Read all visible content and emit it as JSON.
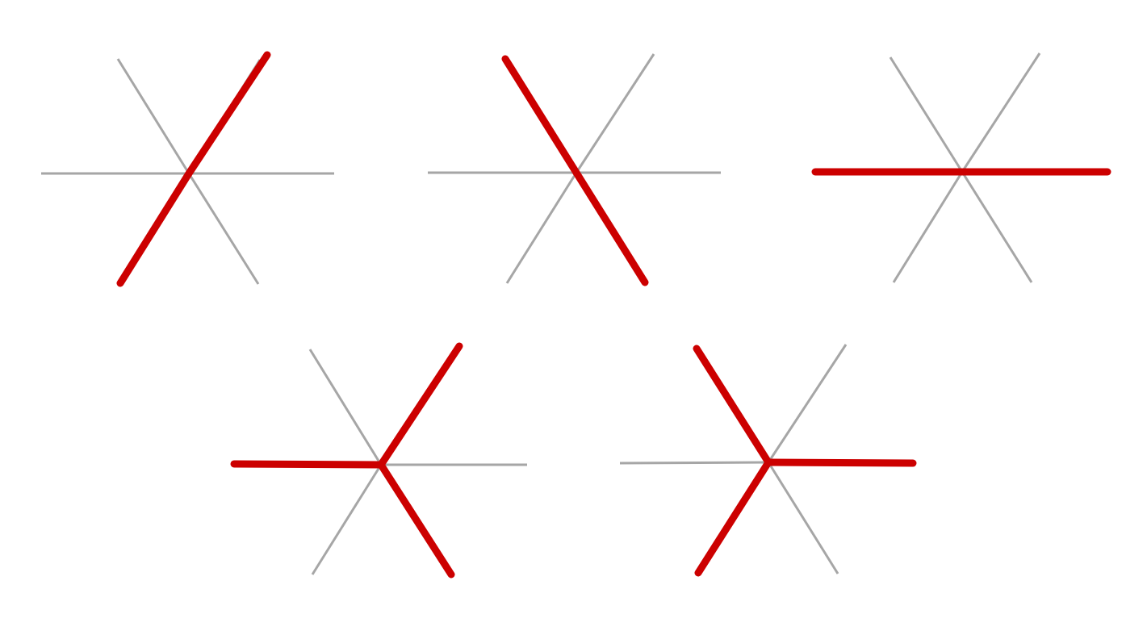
{
  "colors": {
    "background": "#ffffff",
    "axis_line": "#a6a6a6",
    "highlight": "#cc0000"
  },
  "figures": [
    {
      "id": "figure-1",
      "highlighted": [
        "ne",
        "sw"
      ]
    },
    {
      "id": "figure-2",
      "highlighted": [
        "nw",
        "se"
      ]
    },
    {
      "id": "figure-3",
      "highlighted": [
        "w",
        "e"
      ]
    },
    {
      "id": "figure-4",
      "highlighted": [
        "w",
        "ne",
        "se"
      ]
    },
    {
      "id": "figure-5",
      "highlighted": [
        "e",
        "nw",
        "sw"
      ]
    }
  ]
}
